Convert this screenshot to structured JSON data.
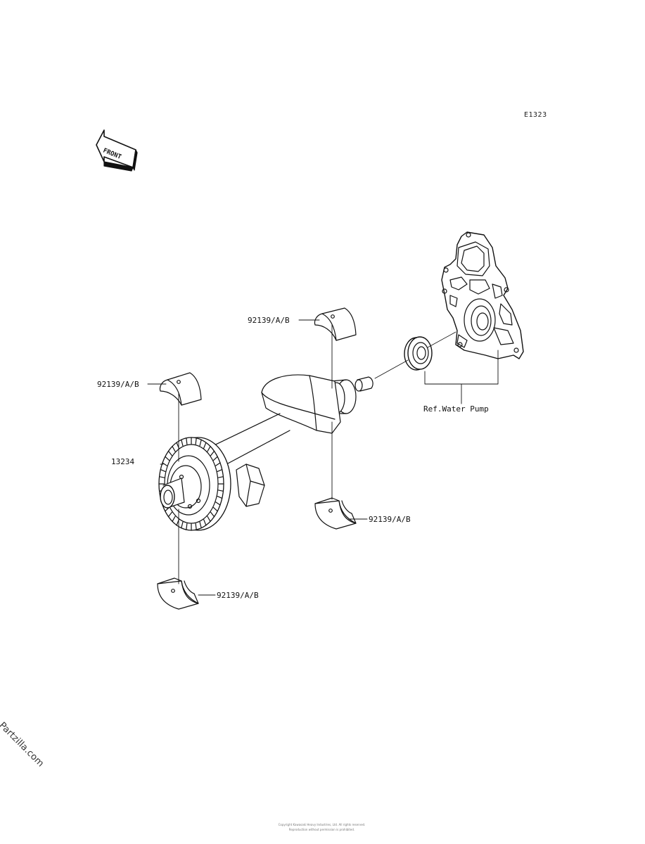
{
  "diagram_code": "E1323",
  "front_label": "FRONT",
  "callouts": {
    "bearing_upper_right": "92139/A/B",
    "bearing_upper_left": "92139/A/B",
    "gear": "13234",
    "bearing_lower_right": "92139/A/B",
    "bearing_lower_left": "92139/A/B",
    "water_pump_ref": "Ref.Water Pump"
  },
  "watermark": "© Partzilla.com",
  "footer_lines": [
    "Copyright Kawasaki Heavy Industries, Ltd. All rights reserved.",
    "Reproduction without permission is prohibited."
  ],
  "colors": {
    "line": "#111111",
    "background": "#ffffff"
  }
}
